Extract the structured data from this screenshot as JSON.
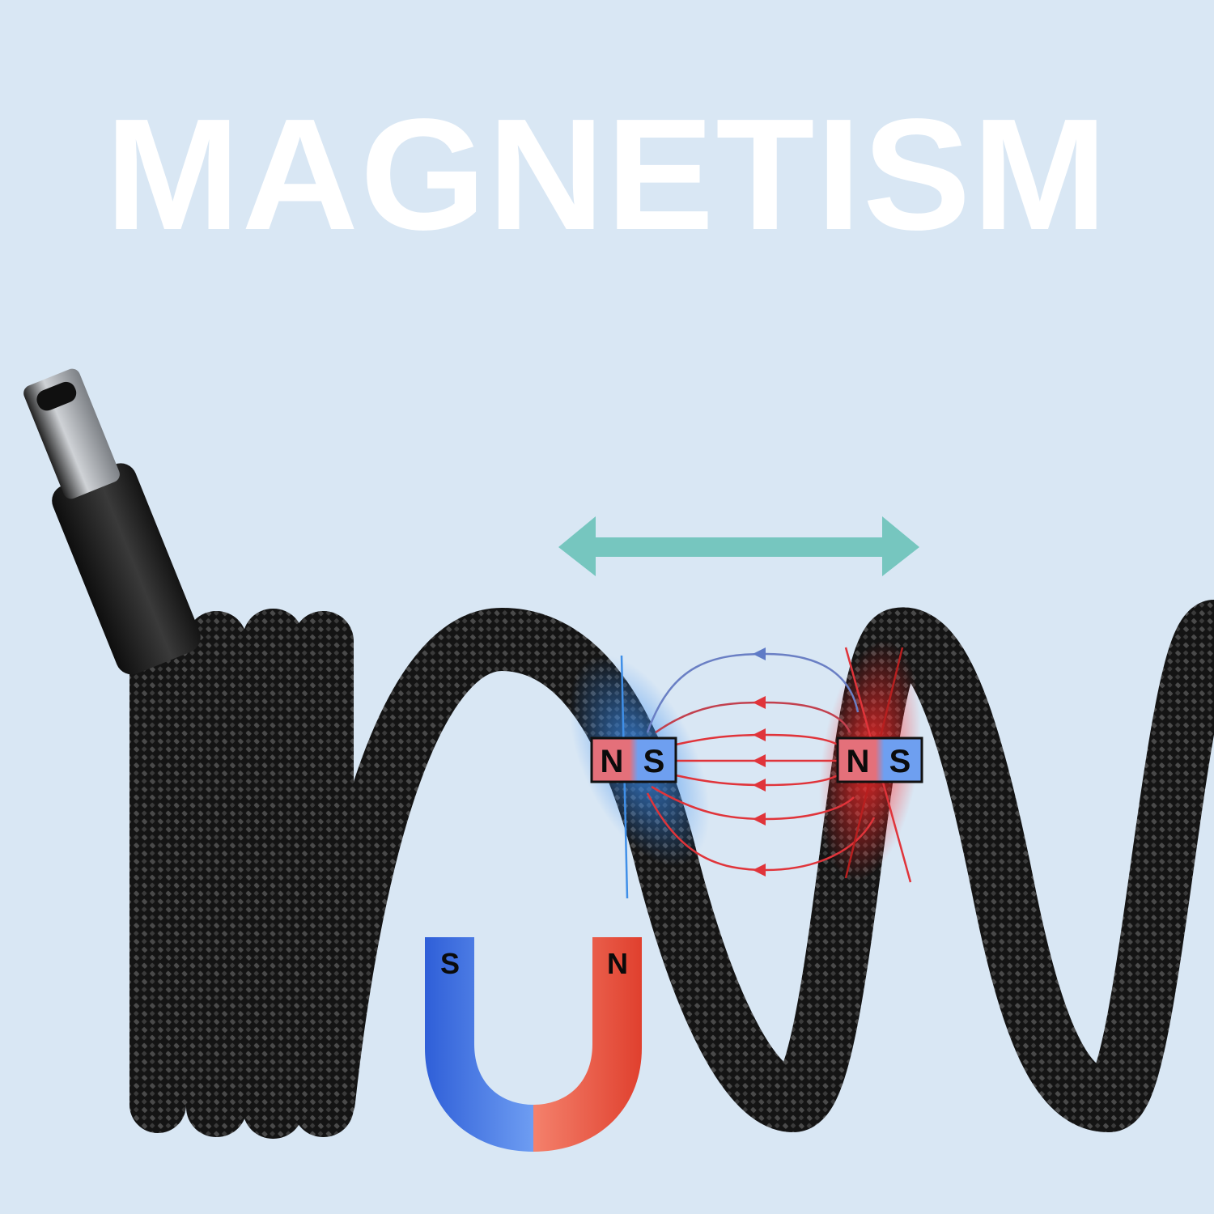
{
  "title": "MAGNETISM",
  "colors": {
    "background": "#d9e7f4",
    "title": "#ffffff",
    "arrow": "#76c6bf",
    "north_red": "#e4707a",
    "south_blue": "#6e9ff0",
    "field_line_red": "#e0343a",
    "field_line_blue": "#3f8fe8",
    "cable": "#1c1c1c",
    "horseshoe_blue": "#3a6ee0",
    "horseshoe_red": "#ee4a3a"
  },
  "bar_magnets": [
    {
      "north": "N",
      "south": "S"
    },
    {
      "north": "N",
      "south": "S"
    }
  ],
  "horseshoe_magnet": {
    "left_pole": "S",
    "right_pole": "N"
  },
  "icons": [
    "double-arrow-icon",
    "usb-c-connector-icon",
    "horseshoe-magnet-icon",
    "bar-magnet-icon",
    "field-lines-icon"
  ]
}
